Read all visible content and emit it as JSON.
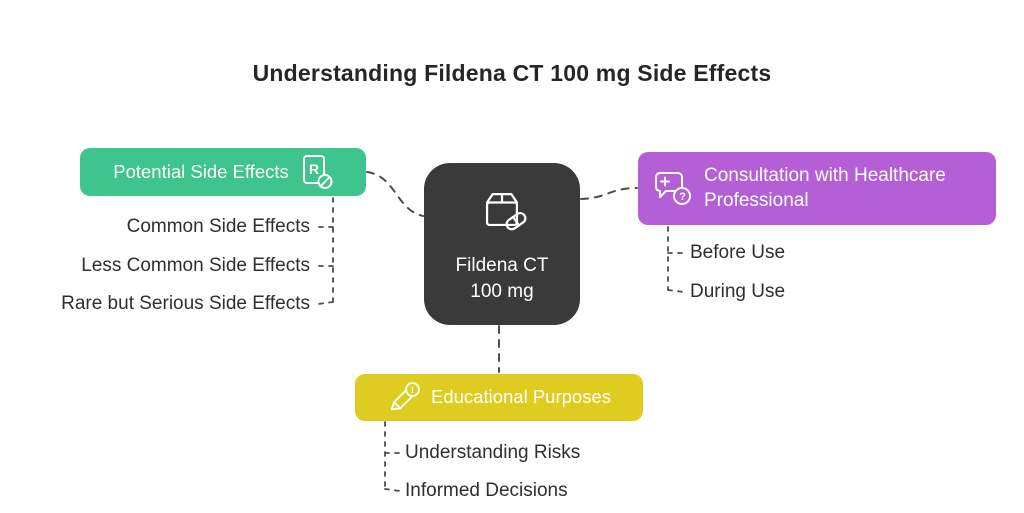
{
  "title": "Understanding Fildena CT 100 mg Side Effects",
  "colors": {
    "background": "#ffffff",
    "green": "#3ec48c",
    "purple": "#b45fd6",
    "yellow": "#decd20",
    "dark": "#3a3a3a",
    "line": "#4d4d4d",
    "text": "#2f2f2f"
  },
  "center": {
    "line1": "Fildena CT",
    "line2": "100 mg",
    "icon": "medicine-box-icon"
  },
  "branches": {
    "left": {
      "label": "Potential Side Effects",
      "icon": "prescription-rx-icon",
      "children": [
        "Common Side Effects",
        "Less Common Side Effects",
        "Rare but Serious Side Effects"
      ]
    },
    "right": {
      "label": "Consultation with Healthcare Professional",
      "icon": "healthcare-chat-icon",
      "children": [
        "Before Use",
        "During Use"
      ]
    },
    "bottom": {
      "label": "Educational Purposes",
      "icon": "pencil-info-icon",
      "children": [
        "Understanding Risks",
        "Informed Decisions"
      ]
    }
  }
}
